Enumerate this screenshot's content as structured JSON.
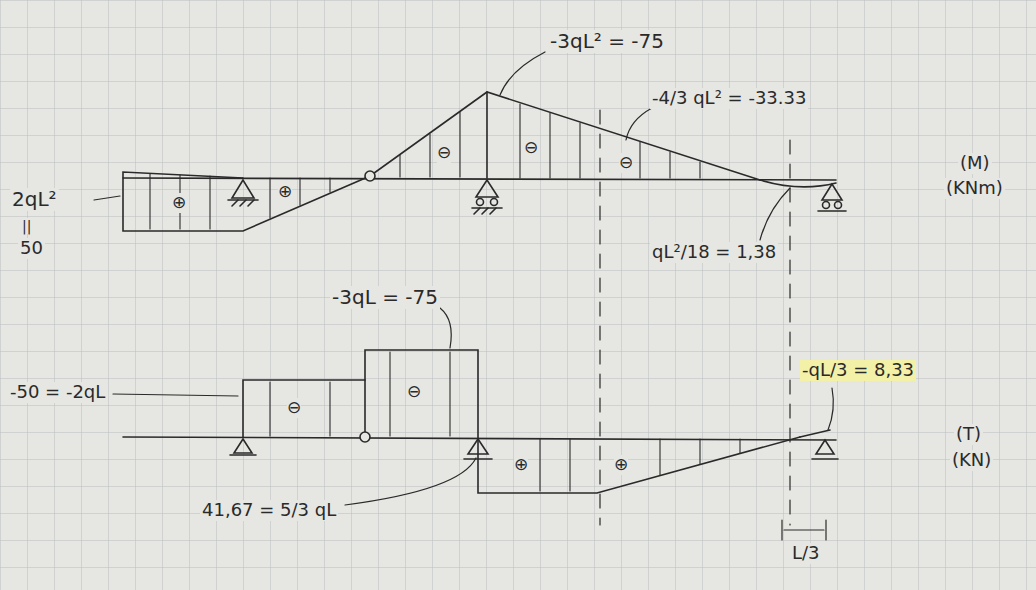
{
  "diagram": {
    "labels": [
      "2qL²",
      "||",
      "50",
      "⊕",
      "⊕",
      "-3qL² = -75",
      "⊖",
      "⊖",
      "-4/3 qL² = -33.33",
      "⊖",
      "qL²/18 = 1,38",
      "(M)",
      "(KNm)",
      "-3qL = -75",
      "-50 = -2qL",
      "⊖",
      "⊖",
      "41,67 = 5/3 qL",
      "⊕",
      "⊕",
      "-qL/3 = 8,33",
      "(T)",
      "(KN)",
      "L/3"
    ]
  }
}
